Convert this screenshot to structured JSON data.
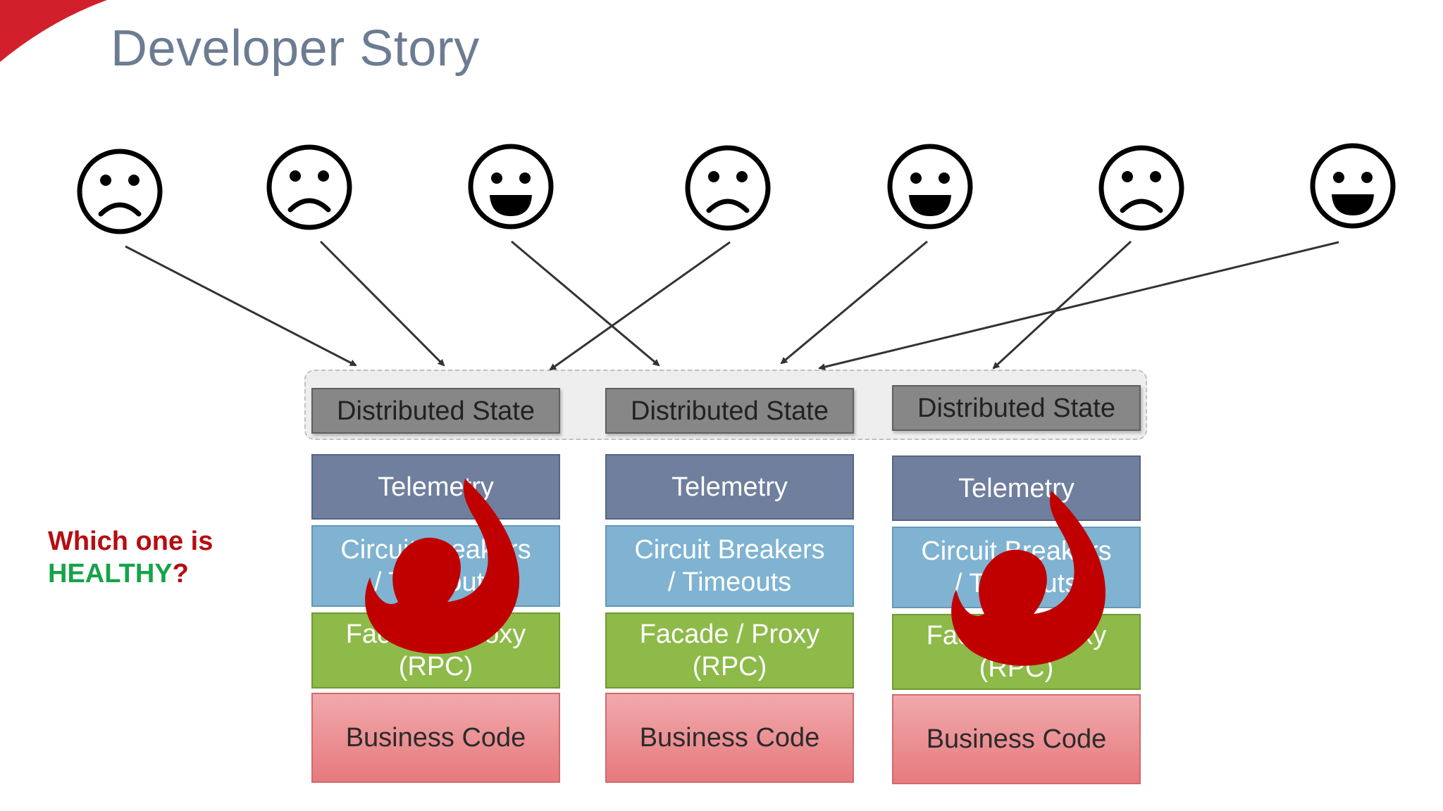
{
  "slide": {
    "title": "Developer Story"
  },
  "question": {
    "line1": "Which one is",
    "healthy_word": "HEALTHY",
    "mark": "?"
  },
  "developers": [
    {
      "mood": "sad"
    },
    {
      "mood": "sad"
    },
    {
      "mood": "happy"
    },
    {
      "mood": "sad"
    },
    {
      "mood": "happy"
    },
    {
      "mood": "sad"
    },
    {
      "mood": "happy"
    }
  ],
  "services": [
    {
      "distributed_state": "Distributed State",
      "telemetry": "Telemetry",
      "circuit_breakers": "Circuit Breakers\n/ Timeouts",
      "facade": "Facade /  Proxy\n(RPC)",
      "business_code": "Business Code",
      "on_fire": true
    },
    {
      "distributed_state": "Distributed State",
      "telemetry": "Telemetry",
      "circuit_breakers": "Circuit Breakers\n/ Timeouts",
      "facade": "Facade /  Proxy\n(RPC)",
      "business_code": "Business Code",
      "on_fire": false
    },
    {
      "distributed_state": "Distributed State",
      "telemetry": "Telemetry",
      "circuit_breakers": "Circuit Breakers\n/ Timeouts",
      "facade": "Facade /  Proxy\n(RPC)",
      "business_code": "Business Code",
      "on_fire": true
    }
  ],
  "icons": {
    "fire": "fire-icon",
    "sad_face": "sad-face-icon",
    "happy_face": "happy-face-icon"
  },
  "colors": {
    "title": "#6c7c92",
    "accent_red": "#d21f2c",
    "fire": "#c00000",
    "question_red": "#b50d12",
    "question_green": "#16a34a",
    "distributed_state": "#878787",
    "telemetry": "#6f7f9d",
    "circuit_breakers": "#7fb3d1",
    "facade": "#8dba48",
    "business_code": "#e77a7e"
  }
}
